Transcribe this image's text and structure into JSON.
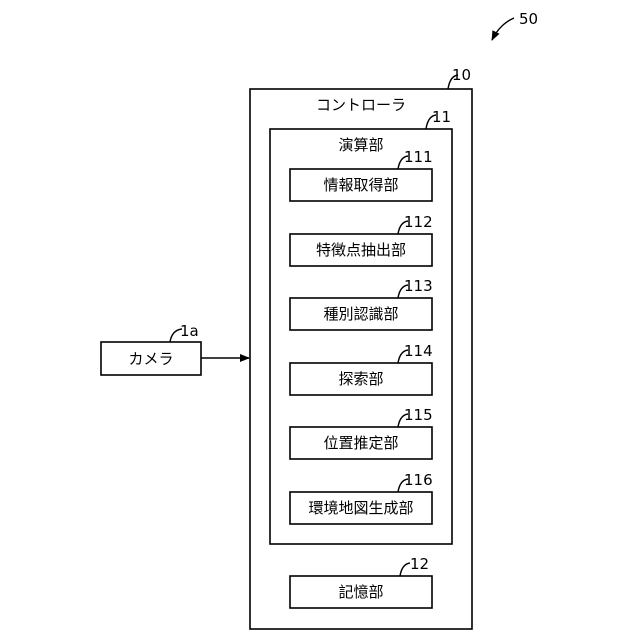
{
  "diagram": {
    "figure_ref": "50",
    "controller": {
      "ref": "10",
      "label": "コントローラ"
    },
    "arithmetic_unit": {
      "ref": "11",
      "label": "演算部"
    },
    "modules": [
      {
        "ref": "111",
        "label": "情報取得部"
      },
      {
        "ref": "112",
        "label": "特徴点抽出部"
      },
      {
        "ref": "113",
        "label": "種別認識部"
      },
      {
        "ref": "114",
        "label": "探索部"
      },
      {
        "ref": "115",
        "label": "位置推定部"
      },
      {
        "ref": "116",
        "label": "環境地図生成部"
      }
    ],
    "storage": {
      "ref": "12",
      "label": "記憶部"
    },
    "camera": {
      "ref": "1a",
      "label": "カメラ"
    }
  }
}
